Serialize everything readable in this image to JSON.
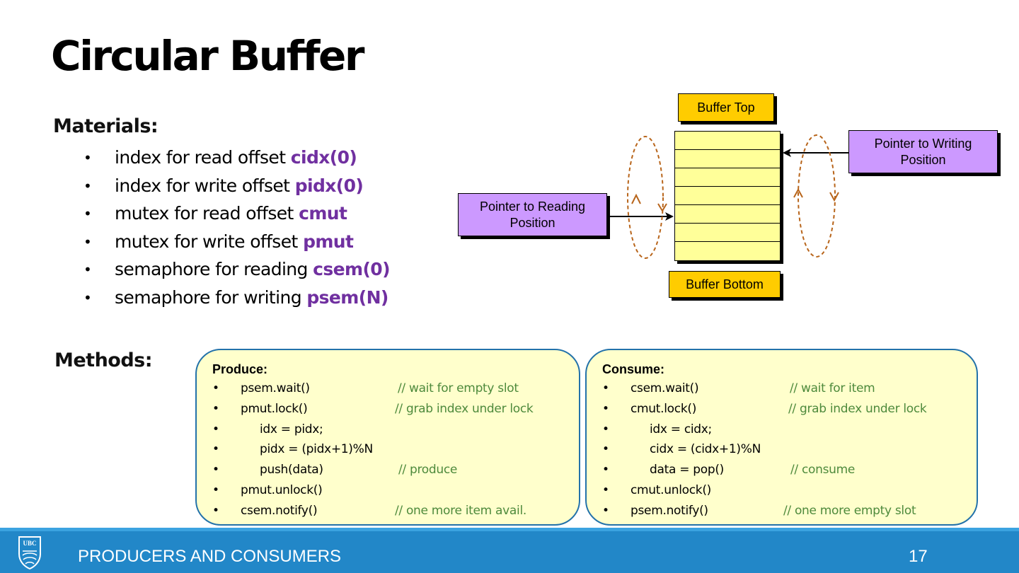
{
  "title": "Circular Buffer",
  "materials": {
    "heading": "Materials:",
    "items": [
      {
        "text": "index for read offset ",
        "code": "cidx(0)"
      },
      {
        "text": "index for write offset ",
        "code": "pidx(0)"
      },
      {
        "text": "mutex for read offset ",
        "code": "cmut"
      },
      {
        "text": "mutex for write offset ",
        "code": "pmut"
      },
      {
        "text": "semaphore for reading ",
        "code": "csem(0)"
      },
      {
        "text": "semaphore for writing ",
        "code": "psem(N)"
      }
    ]
  },
  "diagram": {
    "buffer_top": "Buffer Top",
    "buffer_bottom": "Buffer Bottom",
    "write_pointer": [
      "Pointer to Writing",
      "Position"
    ],
    "read_pointer": [
      "Pointer to Reading",
      "Position"
    ]
  },
  "methods": {
    "heading": "Methods:",
    "produce": {
      "title": "Produce:",
      "lines": [
        {
          "code": "psem.wait()",
          "comment": "// wait for empty slot"
        },
        {
          "code": "pmut.lock()",
          "comment": "// grab index under lock"
        },
        {
          "code": "idx = pidx;",
          "comment": ""
        },
        {
          "code": "pidx = (pidx+1)%N",
          "comment": ""
        },
        {
          "code": "push(data)",
          "comment": "// produce"
        },
        {
          "code": "pmut.unlock()",
          "comment": ""
        },
        {
          "code": "csem.notify()",
          "comment": "// one more item avail."
        }
      ]
    },
    "consume": {
      "title": "Consume:",
      "lines": [
        {
          "code": "csem.wait()",
          "comment": "// wait for item"
        },
        {
          "code": "cmut.lock()",
          "comment": "// grab index under lock"
        },
        {
          "code": "idx = cidx;",
          "comment": ""
        },
        {
          "code": "cidx = (cidx+1)%N",
          "comment": ""
        },
        {
          "code": "data = pop()",
          "comment": "// consume"
        },
        {
          "code": "cmut.unlock()",
          "comment": ""
        },
        {
          "code": "psem.notify()",
          "comment": "// one more empty slot"
        }
      ]
    }
  },
  "footer": {
    "logo_text": "UBC",
    "section": "PRODUCERS AND CONSUMERS",
    "page": "17"
  },
  "colors": {
    "highlight": "#7030a0",
    "comment": "#4e8a3c",
    "footer": "#2287c8",
    "box_border": "#2372aa",
    "box_fill": "#ffffcc",
    "callout_yellow": "#ffcc00",
    "callout_purple": "#cc99ff",
    "arrow_orange": "#b8651b"
  }
}
